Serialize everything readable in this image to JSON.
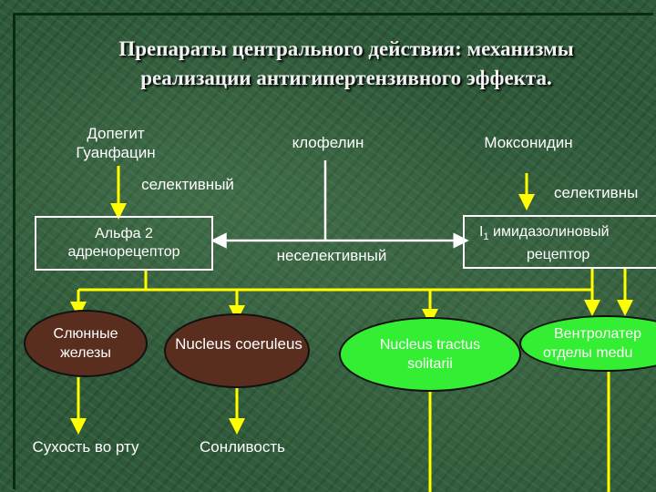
{
  "title_line1": "Препараты центрального действия: механизмы",
  "title_line2": "реализации антигипертензивного эффекта.",
  "drug_left_1": "Допегит",
  "drug_left_2": "Гуанфацин",
  "drug_center": "клофелин",
  "drug_right": "Моксонидин",
  "selective_left": "селективный",
  "selective_right": "селективны",
  "nonselective": "неселективный",
  "alpha2_line1": "Альфа 2",
  "alpha2_line2": "адренорецептор",
  "i1_prefix": "I",
  "i1_sub": "1",
  "i1_line1_rest": " имидазолиновый",
  "i1_line2": "рецептор",
  "salivary_1": "Слюнные",
  "salivary_2": "железы",
  "coeruleus": "Nucleus coeruleus",
  "tractus_1": "Nucleus tractus",
  "tractus_2": "solitarii",
  "ventro_1": "Вентролатер",
  "ventro_2": "отделы  medu",
  "dry_mouth": "Сухость во рту",
  "sleepiness": "Сонливость",
  "colors": {
    "background": "#2f5a3a",
    "arrow_yellow": "#ffff00",
    "node_brown": "#5a2e1e",
    "node_green": "#33ee33"
  }
}
